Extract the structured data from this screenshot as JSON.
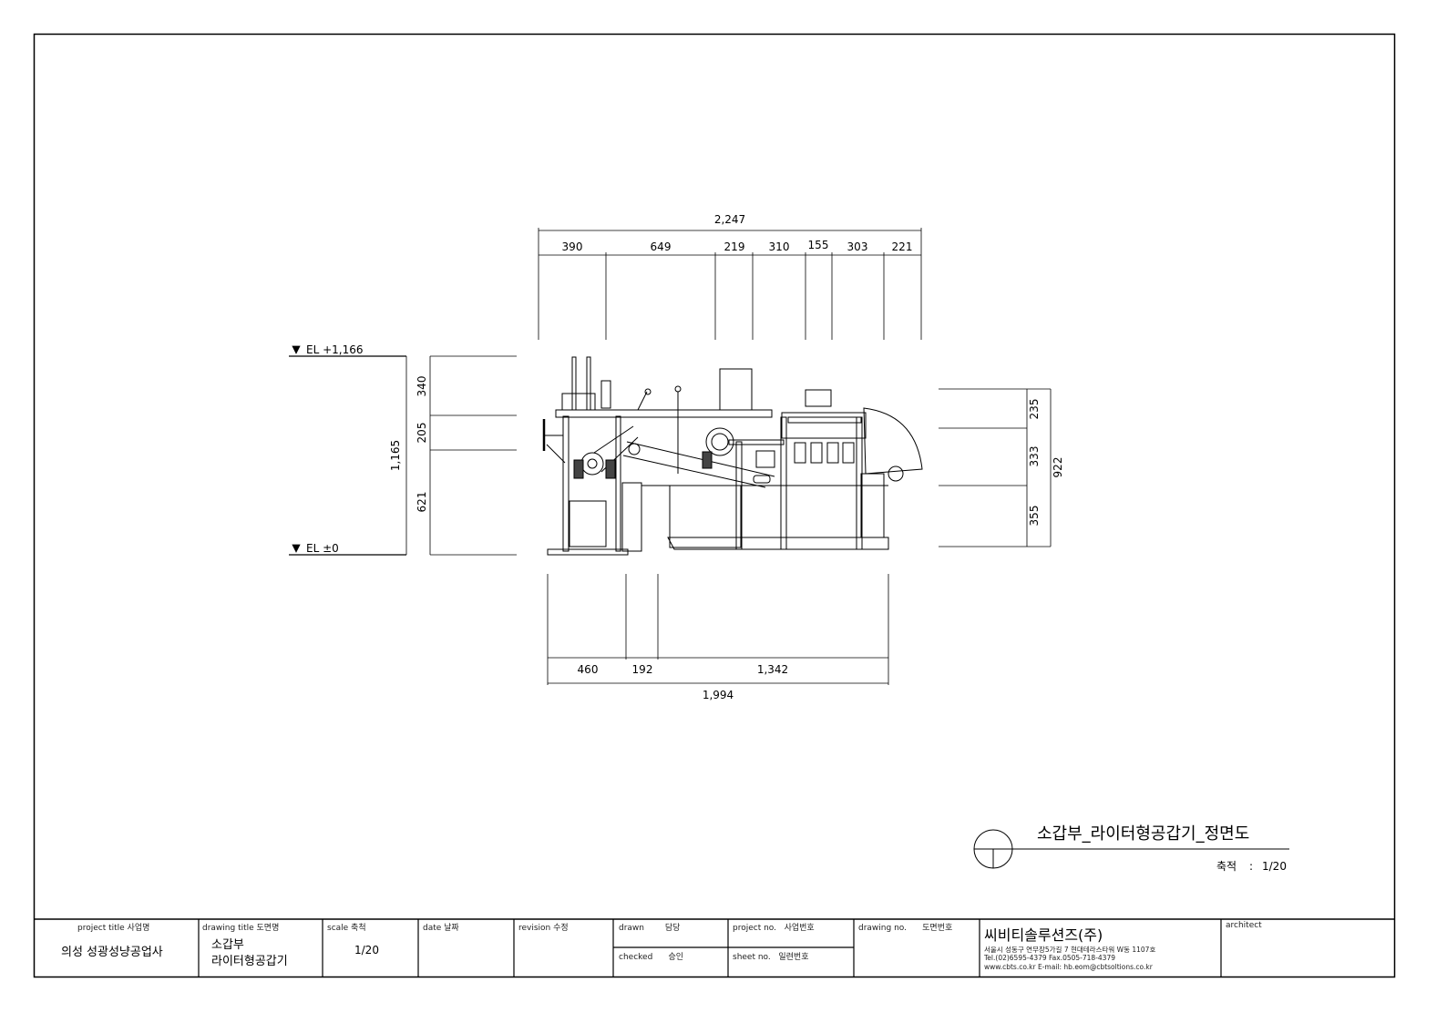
{
  "drawing": {
    "view_title": "소갑부_라이터형공갑기_정면도",
    "view_scale_label": "축적",
    "view_scale": "1/20",
    "top_dims": {
      "overall": "2,247",
      "segments": [
        "390",
        "649",
        "219",
        "310",
        "155",
        "303",
        "221"
      ]
    },
    "bottom_dims": {
      "overall": "1,994",
      "segments": [
        "460",
        "192",
        "1,342"
      ]
    },
    "left_dims": {
      "overall": "1,165",
      "segments": [
        "340",
        "205",
        "621"
      ],
      "el_top": "EL +1,166",
      "el_bottom": "EL ±0"
    },
    "right_dims": {
      "overall": "922",
      "segments": [
        "235",
        "333",
        "355"
      ]
    }
  },
  "title_block": {
    "project_title_label": "project title  사업명",
    "project_title": "의성 성광성냥공업사",
    "drawing_title_label": "drawing title  도면명",
    "drawing_title_1": "소갑부",
    "drawing_title_2": "라이터형공갑기",
    "scale_label": "scale  축척",
    "scale": "1/20",
    "date_label": "date  날짜",
    "revision_label": "revision  수정",
    "drawn_label": "drawn        담당",
    "checked_label": "checked      승인",
    "project_no_label": "project no.   사업번호",
    "sheet_no_label": "sheet no.   일련번호",
    "drawing_no_label": "drawing no.      도면번호",
    "company": "씨비티솔루션즈(주)",
    "address": "서울시 성동구 연무장5가길 7 현대테라스타워 W동 1107호",
    "tel": "Tel.(02)6595-4379  Fax.0505-718-4379",
    "web": "www.cbts.co.kr  E-mail: hb.eom@cbtsoltions.co.kr",
    "architect_label": "architect"
  }
}
